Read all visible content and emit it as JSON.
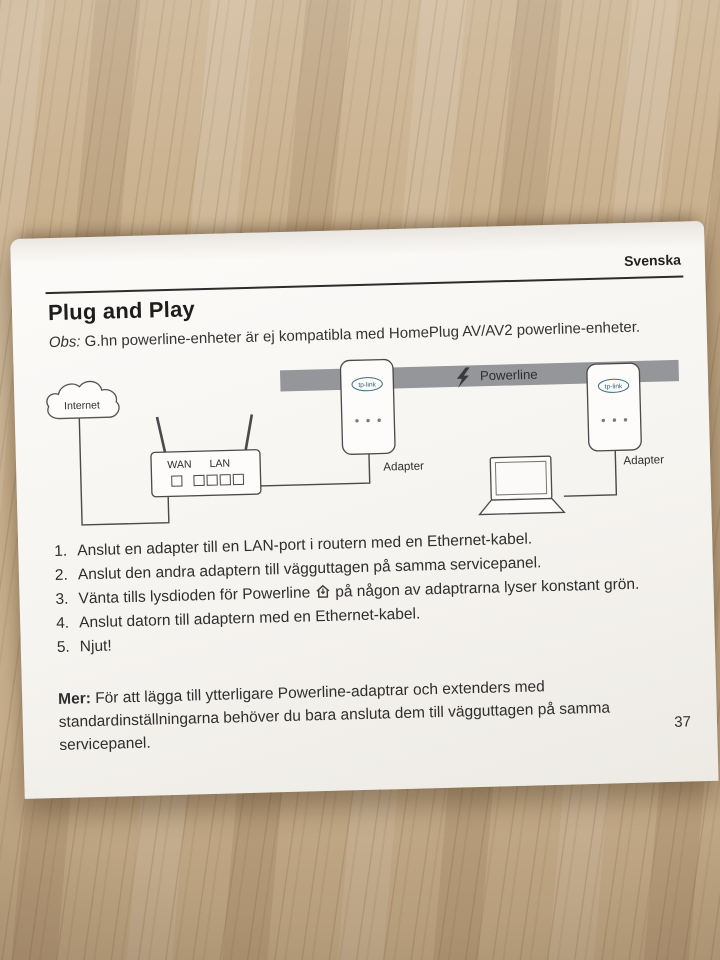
{
  "page": {
    "language_label": "Svenska",
    "title": "Plug and Play",
    "page_number": "37"
  },
  "note": {
    "label": "Obs:",
    "text": "G.hn powerline-enheter är ej kompatibla med HomePlug AV/AV2 powerline-enheter."
  },
  "diagram": {
    "internet_label": "Internet",
    "wan_label": "WAN",
    "lan_label": "LAN",
    "powerline_label": "Powerline",
    "adapter_left_label": "Adapter",
    "adapter_right_label": "Adapter",
    "brand_left": "tp-link",
    "brand_right": "tp-link",
    "band_color": "#94969a"
  },
  "steps": [
    {
      "num": "1.",
      "text": "Anslut en adapter till en LAN-port i routern med en Ethernet-kabel."
    },
    {
      "num": "2.",
      "text": "Anslut den andra adaptern till vägguttagen på samma servicepanel."
    },
    {
      "num": "3.",
      "before_icon": "Vänta tills lysdioden för Powerline",
      "after_icon": "på någon av adaptrarna lyser konstant grön."
    },
    {
      "num": "4.",
      "text": "Anslut datorn till adaptern med en Ethernet-kabel."
    },
    {
      "num": "5.",
      "text": "Njut!"
    }
  ],
  "footer_note": {
    "label": "Mer:",
    "text": "För att lägga till ytterligare Powerline-adaptrar och extenders med standardinställningarna behöver du bara ansluta dem till vägguttagen på samma servicepanel."
  }
}
